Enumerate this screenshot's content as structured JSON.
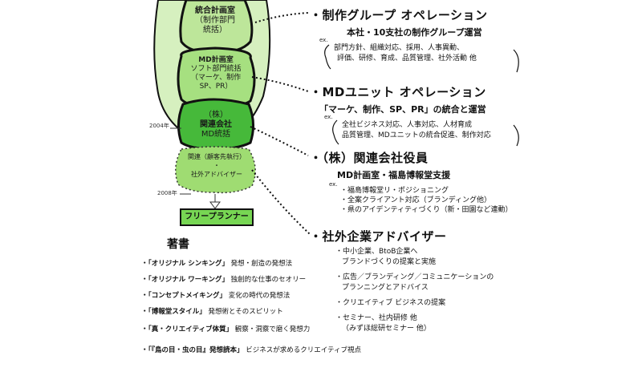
{
  "colors": {
    "stage_light": "#bde69a",
    "stage_mid": "#8edb6a",
    "stage_dark": "#46b93a",
    "stage_pale_dotted": "#9fdc72",
    "free_planner": "#77d653",
    "ink": "#111111"
  },
  "career": {
    "stage1": {
      "line1": "統合計画室",
      "line2": "（制作部門",
      "line3": "統括）"
    },
    "stage2": {
      "line1": "MD計画室",
      "line2": "ソフト部門統括",
      "line3": "（マーケ、制作",
      "line4": "SP、PR）"
    },
    "stage3": {
      "line1": "（株）",
      "line2": "関連会社",
      "line3": "MD統括"
    },
    "stage4": {
      "line1": "関連（顧客先執行）",
      "line2": "・",
      "line3": "社外アドバイザー"
    },
    "year_2004": "2004年",
    "year_2008": "2008年",
    "free_planner": "フリープランナー"
  },
  "sections": [
    {
      "title": "・制作グループ オペレーション",
      "subtitle": "本社・10支社の制作グループ運営",
      "ex": "ex.",
      "details": [
        "部門方針、組織対応、採用、人事異動、",
        "評価、研修、育成、品質管理、社外活動 他"
      ]
    },
    {
      "title": "・MDユニット オペレーション",
      "subtitle": "「マーケ、制作、SP、PR」の統合と運営",
      "ex": "ex.",
      "details": [
        "全社ビジネス対応、人事対応、人材育成",
        "品質管理、MDユニットの統合促進、制作対応"
      ]
    },
    {
      "title": "・（株）関連会社役員",
      "subtitle": "MD計画室・福島博報堂支援",
      "ex": "ex.",
      "details": [
        "・福島博報堂リ・ポジショニング",
        "・全案クライアント対応（ブランディング他）",
        "・県のアイデンティティづくり（新・田園など連動）"
      ]
    },
    {
      "title": "・社外企業アドバイザー",
      "subtitle": "",
      "ex": "",
      "details": [
        "・中小企業、BtoB企業へ",
        "ブランドづくりの提案と実施",
        "・広告／ブランディング／コミュニケーションの",
        "プランニングとアドバイス",
        "・クリエイティブ ビジネスの提案",
        "・セミナー、社内研修 他",
        "（みずほ総研セミナー 他）"
      ]
    }
  ],
  "books": {
    "title": "著書",
    "items": [
      {
        "title": "・「オリジナル シンキング」",
        "desc": "発想・創造の発想法"
      },
      {
        "title": "・「オリジナル ワーキング」",
        "desc": "独創的な仕事のセオリー"
      },
      {
        "title": "・「コンセプトメイキング」",
        "desc": "変化の時代の発想法"
      },
      {
        "title": "・「博報堂スタイル」",
        "desc": "発想術とそのスピリット"
      },
      {
        "title": "・「真・クリエイティブ体質」",
        "desc": "観察・洞察で磨く発想力"
      },
      {
        "title": "・「『鳥の目・虫の目』発想読本」",
        "desc": "ビジネスが求めるクリエイティブ視点"
      }
    ]
  }
}
